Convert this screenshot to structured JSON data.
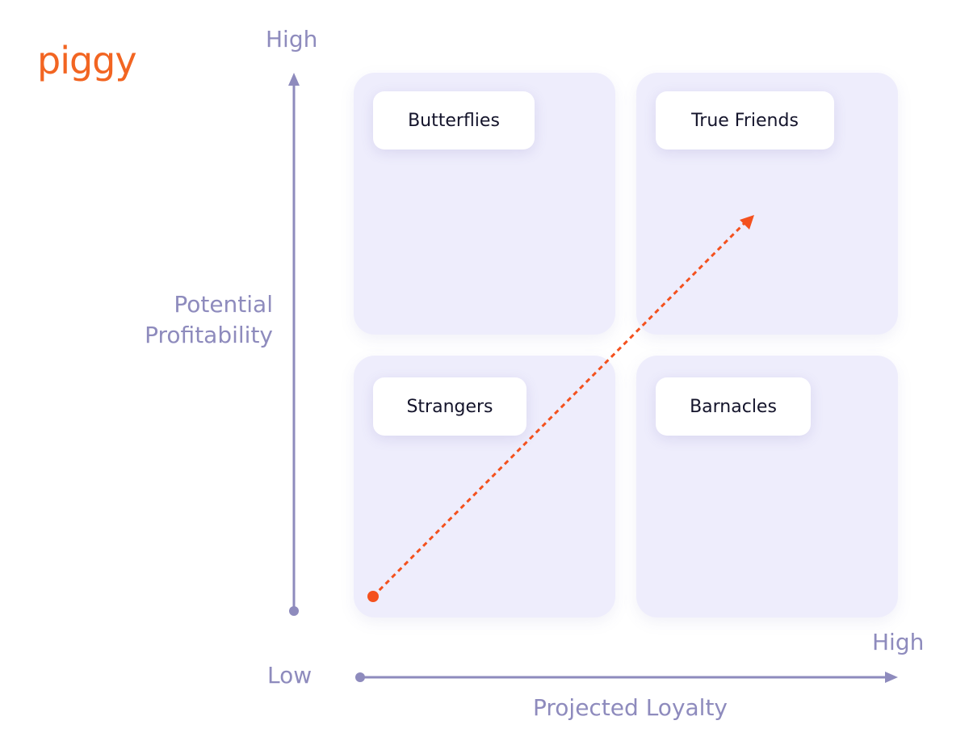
{
  "brand": {
    "logo_text": "piggy",
    "color": "#f26522"
  },
  "axes": {
    "y": {
      "high_label": "High",
      "title_line1": "Potential",
      "title_line2": "Profitability"
    },
    "x": {
      "low_label": "Low",
      "high_label": "High",
      "title": "Projected Loyalty"
    },
    "color": "#8e8bbd"
  },
  "quadrants": {
    "top_left": "Butterflies",
    "top_right": "True Friends",
    "bottom_left": "Strangers",
    "bottom_right": "Barnacles"
  },
  "colors": {
    "quadrant_bg": "#eeedfc",
    "arrow": "#f4511e",
    "label_text": "#14142b"
  }
}
